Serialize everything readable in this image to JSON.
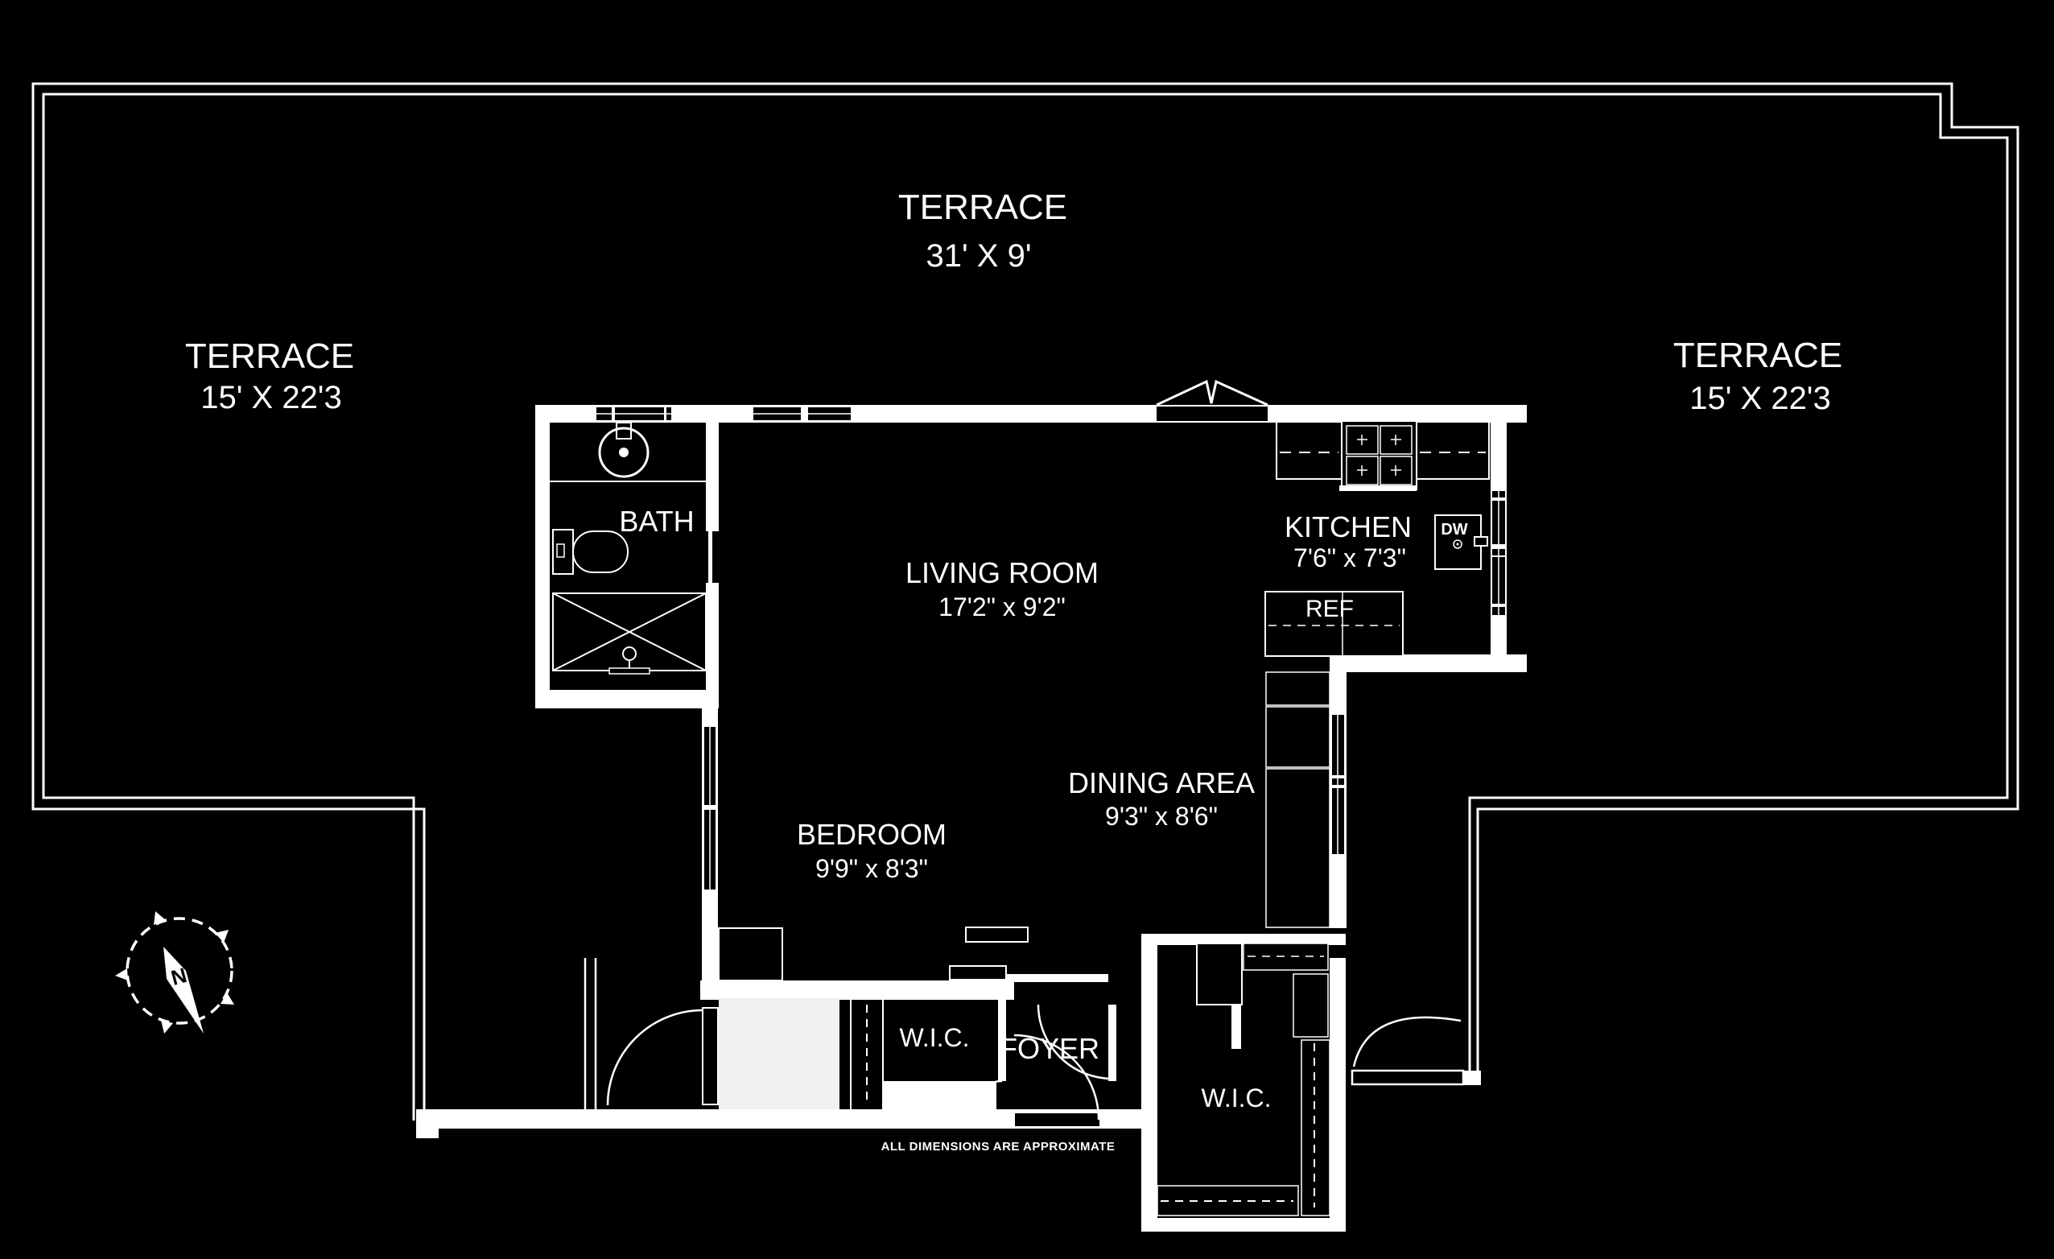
{
  "colors": {
    "background": "#000000",
    "line": "#ffffff",
    "core_area": "#f1f1f1"
  },
  "plan": {
    "terraces": [
      {
        "id": "terrace-top",
        "label": "TERRACE",
        "dimensions": "31' X 9'"
      },
      {
        "id": "terrace-left",
        "label": "TERRACE",
        "dimensions": "15' X 22'3"
      },
      {
        "id": "terrace-right",
        "label": "TERRACE",
        "dimensions": "15' X 22'3"
      }
    ],
    "rooms": [
      {
        "id": "living-room",
        "label": "LIVING ROOM",
        "dimensions": "17'2\" x 9'2\""
      },
      {
        "id": "kitchen",
        "label": "KITCHEN",
        "dimensions": "7'6\" x 7'3\""
      },
      {
        "id": "dining-area",
        "label": "DINING AREA",
        "dimensions": "9'3\" x 8'6\""
      },
      {
        "id": "bedroom",
        "label": "BEDROOM",
        "dimensions": "9'9\" x 8'3\""
      },
      {
        "id": "bath",
        "label": "BATH"
      },
      {
        "id": "walk-in-closet-1",
        "label": "W.I.C."
      },
      {
        "id": "walk-in-closet-2",
        "label": "W.I.C."
      },
      {
        "id": "foyer",
        "label": "FOYER"
      }
    ],
    "appliances": [
      {
        "id": "dishwasher",
        "label": "DW"
      },
      {
        "id": "refrigerator",
        "label": "REF"
      }
    ],
    "compass": {
      "label": "N"
    },
    "disclaimer": "ALL DIMENSIONS ARE APPROXIMATE"
  }
}
